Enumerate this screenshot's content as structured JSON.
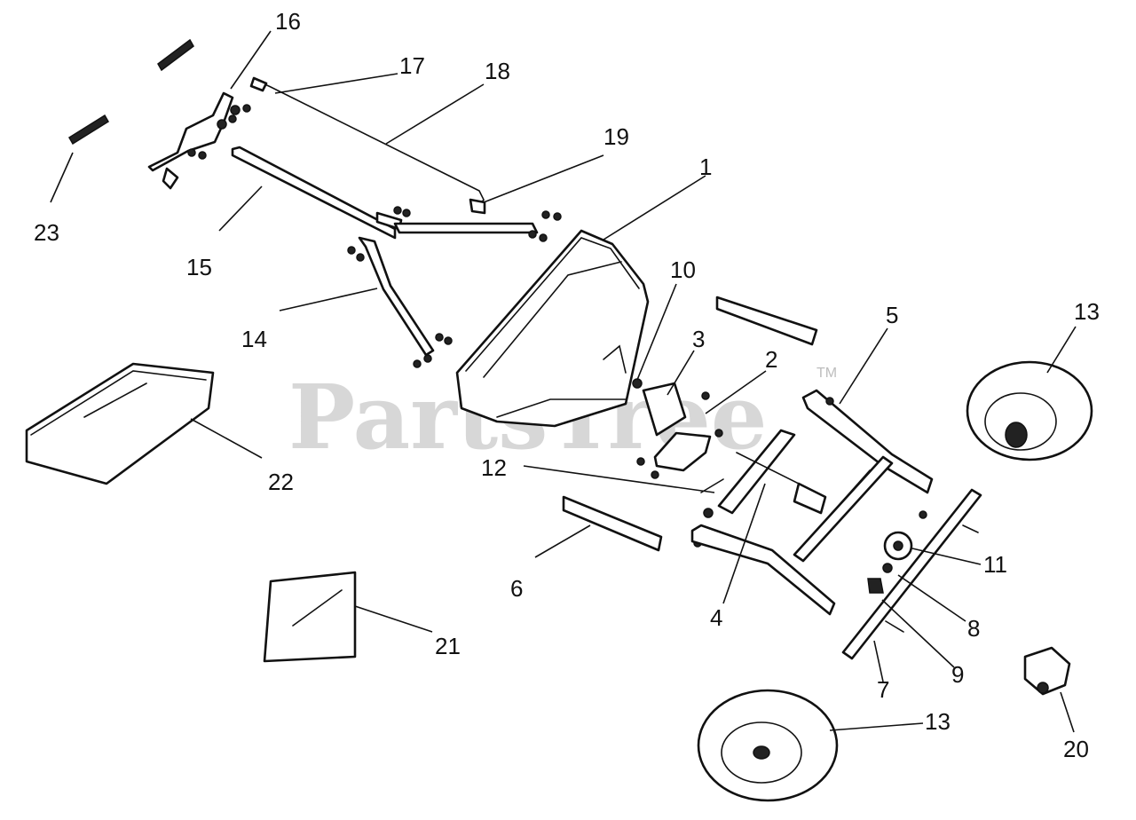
{
  "watermark": {
    "text": "PartsTree",
    "tm": "TM"
  },
  "callouts": [
    {
      "id": "1",
      "label": "1"
    },
    {
      "id": "2",
      "label": "2"
    },
    {
      "id": "3",
      "label": "3"
    },
    {
      "id": "4",
      "label": "4"
    },
    {
      "id": "5",
      "label": "5"
    },
    {
      "id": "6",
      "label": "6"
    },
    {
      "id": "7",
      "label": "7"
    },
    {
      "id": "8",
      "label": "8"
    },
    {
      "id": "9",
      "label": "9"
    },
    {
      "id": "10",
      "label": "10"
    },
    {
      "id": "11",
      "label": "11"
    },
    {
      "id": "12",
      "label": "12"
    },
    {
      "id": "13a",
      "label": "13"
    },
    {
      "id": "13b",
      "label": "13"
    },
    {
      "id": "14",
      "label": "14"
    },
    {
      "id": "15",
      "label": "15"
    },
    {
      "id": "16",
      "label": "16"
    },
    {
      "id": "17",
      "label": "17"
    },
    {
      "id": "18",
      "label": "18"
    },
    {
      "id": "19",
      "label": "19"
    },
    {
      "id": "20",
      "label": "20"
    },
    {
      "id": "21",
      "label": "21"
    },
    {
      "id": "22",
      "label": "22"
    },
    {
      "id": "23",
      "label": "23"
    }
  ],
  "colors": {
    "line": "#111111",
    "watermark": "#bdbdbd",
    "background": "#ffffff"
  }
}
